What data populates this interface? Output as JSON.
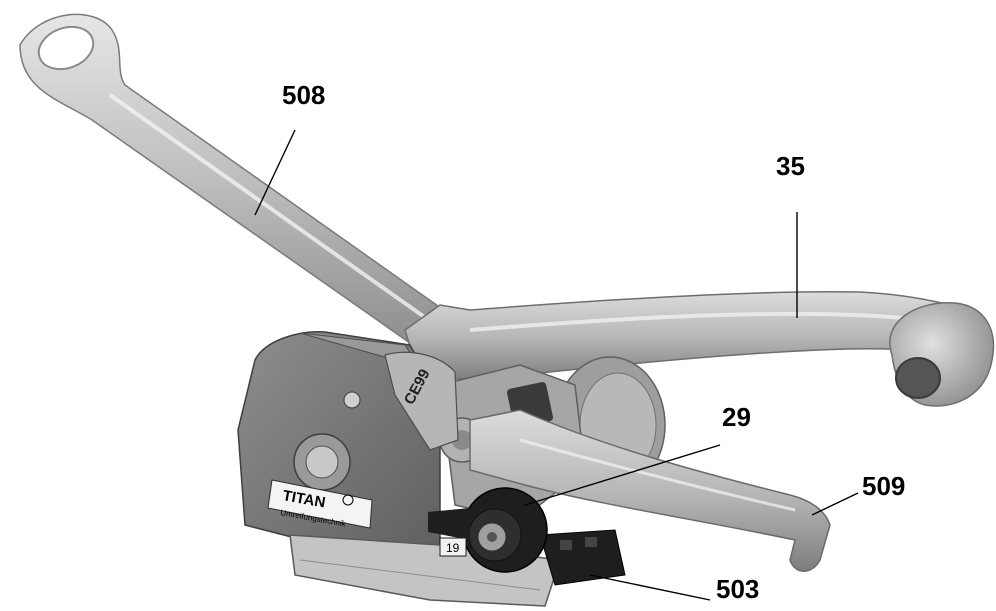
{
  "callouts": [
    {
      "id": "508",
      "label": "508"
    },
    {
      "id": "35",
      "label": "35"
    },
    {
      "id": "29",
      "label": "29"
    },
    {
      "id": "509",
      "label": "509"
    },
    {
      "id": "503",
      "label": "503"
    }
  ],
  "markings": {
    "ce_mark": "CE99",
    "brand": "TITAN",
    "brand_subtitle": "Umreifungstechnik",
    "size_tag": "19"
  },
  "colors": {
    "metal_light": "#d4d4d4",
    "metal_mid": "#a8a8a8",
    "metal_dark": "#6e6e6e",
    "housing": "#7a7a7a",
    "black_parts": "#1e1e1e",
    "label_text": "#000000"
  }
}
